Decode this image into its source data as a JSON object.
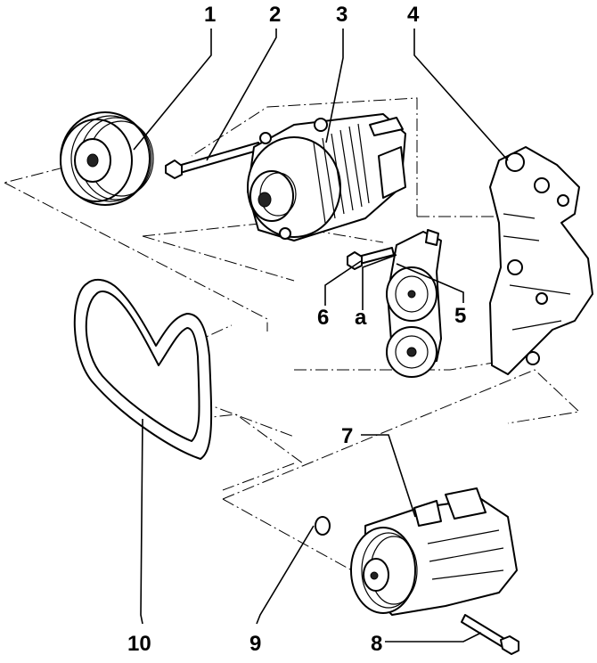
{
  "callouts": {
    "c1": "1",
    "c2": "2",
    "c3": "3",
    "c4": "4",
    "c5": "5",
    "c6": "6",
    "ca": "a",
    "c7": "7",
    "c8": "8",
    "c9": "9",
    "c10": "10"
  }
}
